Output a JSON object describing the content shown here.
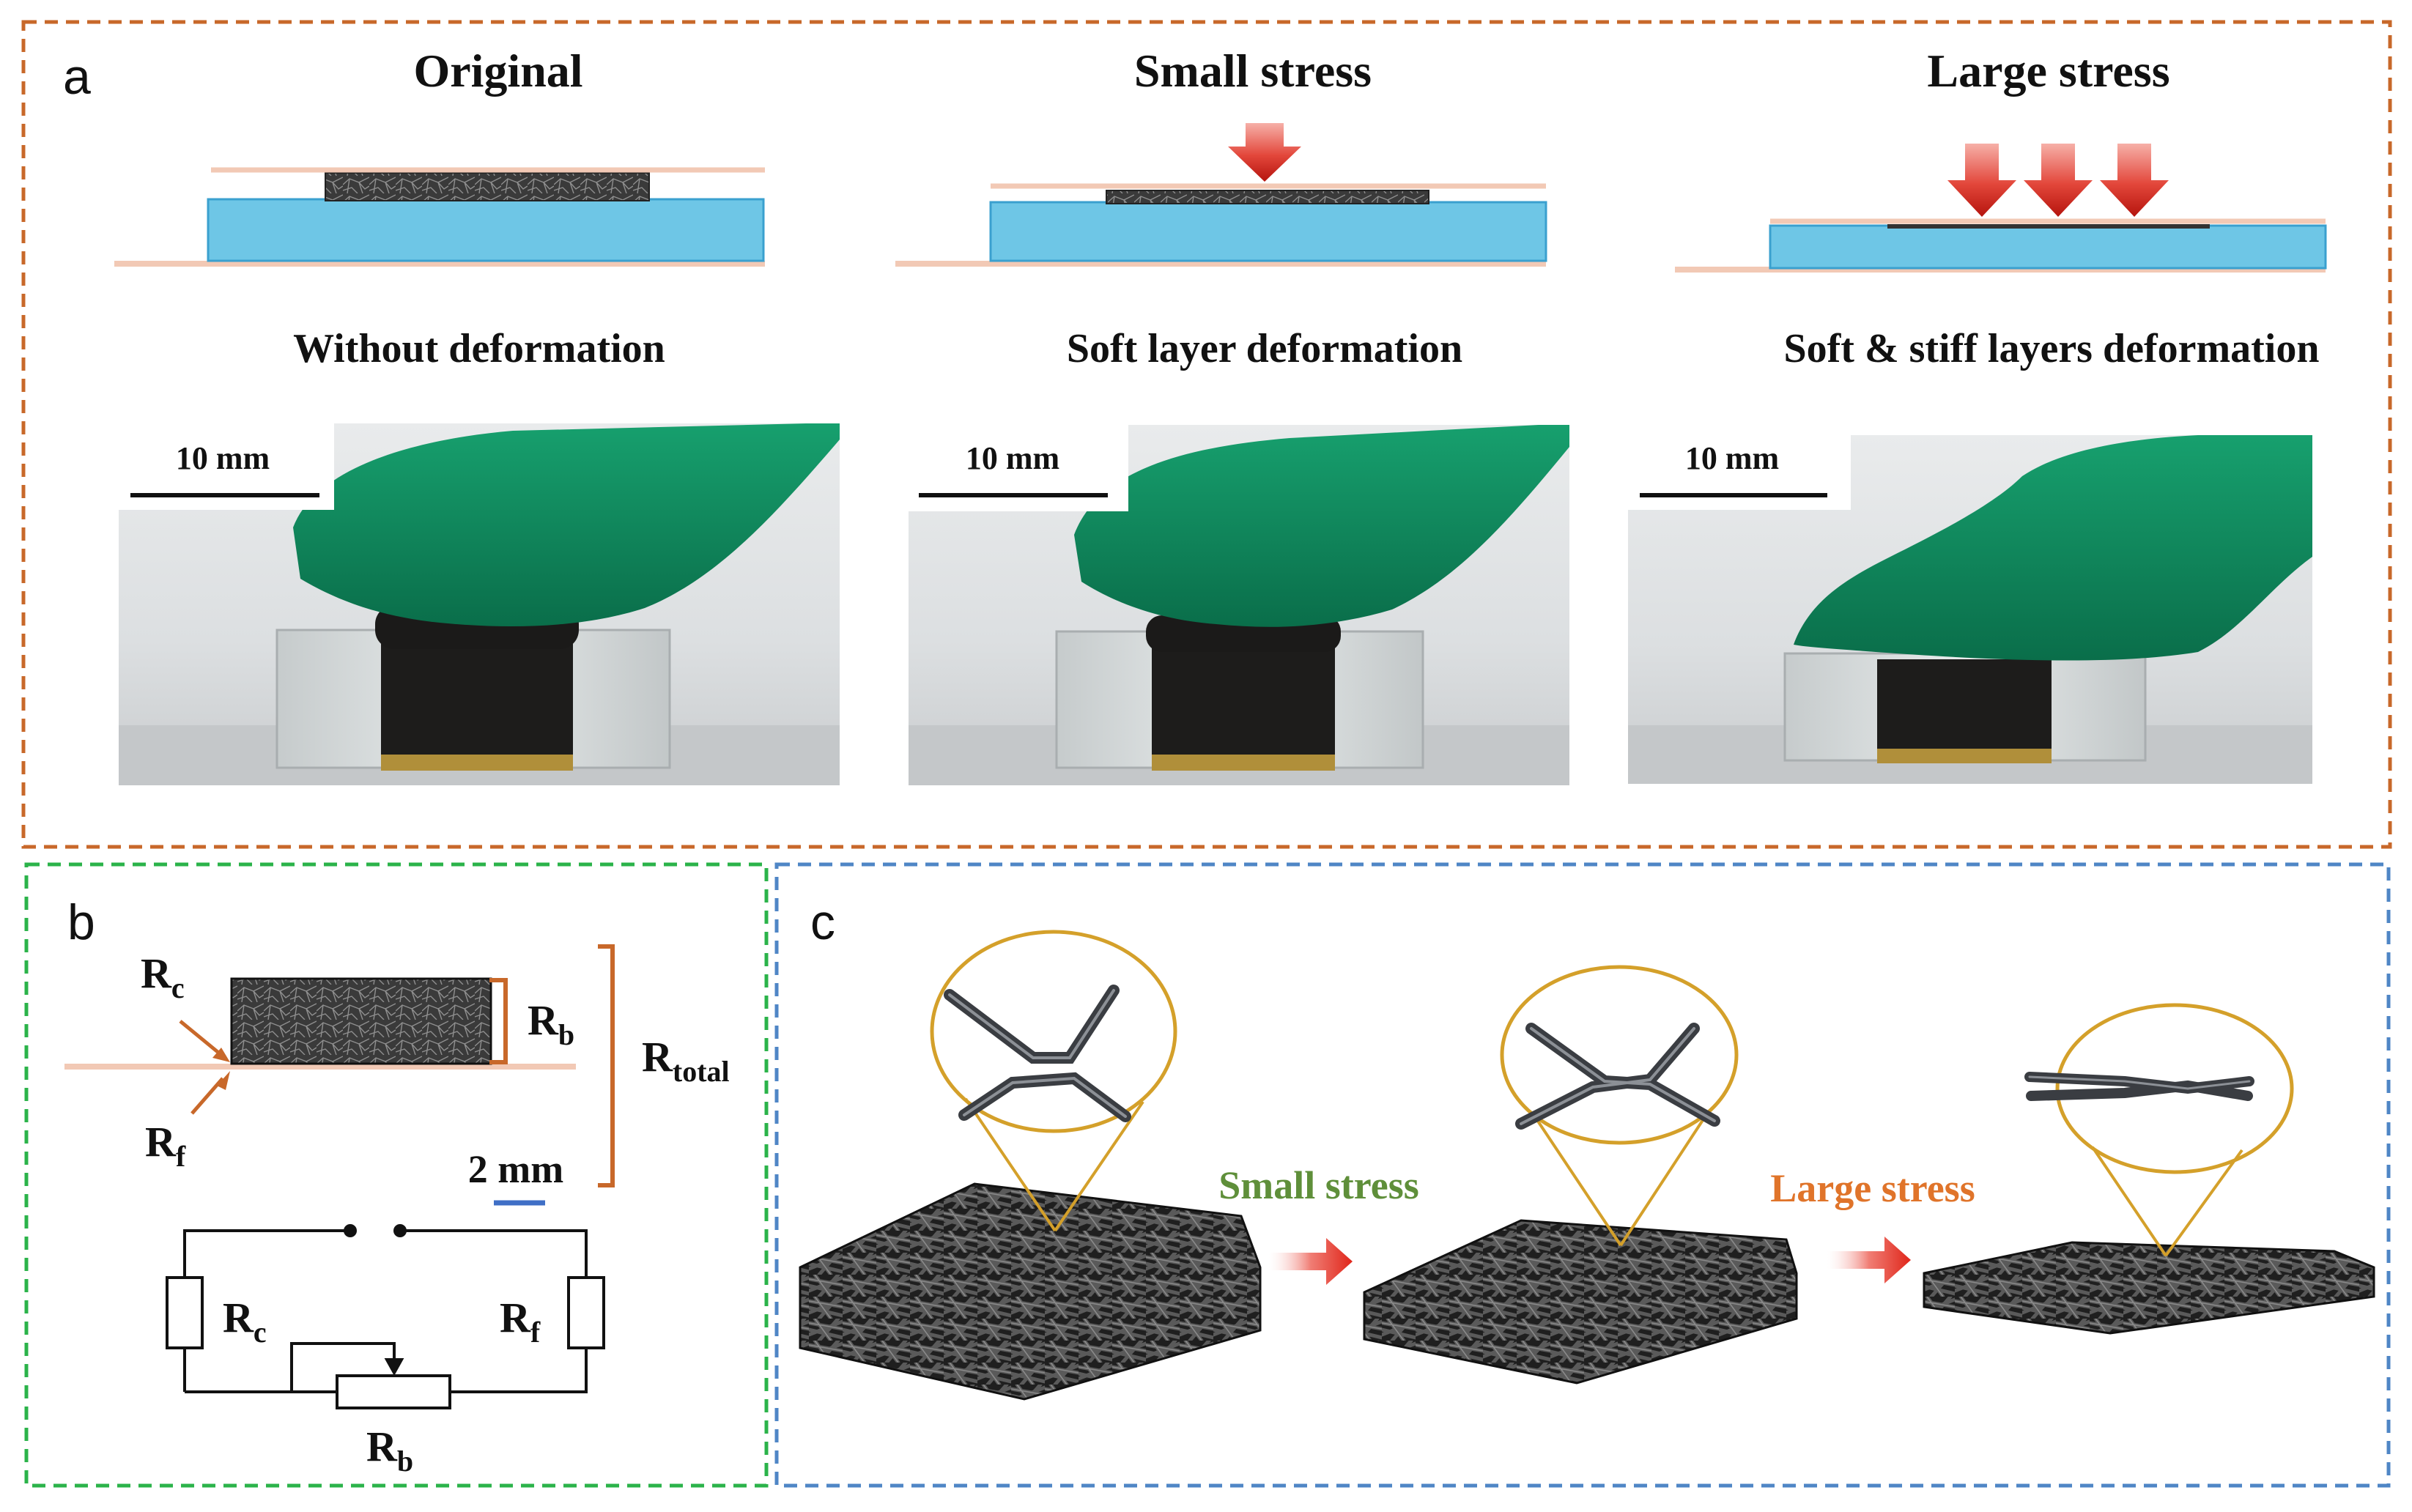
{
  "panel_a": {
    "letter": "a",
    "columns": [
      {
        "title": "Original",
        "caption": "Without deformation",
        "scale_bar": "10 mm"
      },
      {
        "title": "Small stress",
        "caption": "Soft layer deformation",
        "scale_bar": "10 mm"
      },
      {
        "title": "Large stress",
        "caption": "Soft & stiff layers deformation",
        "scale_bar": "10 mm"
      }
    ]
  },
  "panel_b": {
    "letter": "b",
    "rc": {
      "main": "R",
      "sub": "c"
    },
    "rf": {
      "main": "R",
      "sub": "f"
    },
    "rb": {
      "main": "R",
      "sub": "b"
    },
    "rtotal": {
      "main": "R",
      "sub": "total"
    },
    "scale_bar": "2 mm"
  },
  "panel_c": {
    "letter": "c",
    "arrow1_label": "Small stress",
    "arrow2_label": "Large stress"
  },
  "colors": {
    "panel_a_border": "#c8682a",
    "panel_b_border": "#2bb34a",
    "panel_c_border": "#4f86c6",
    "stiff_layer": "#6ec6e6",
    "arrow_red": "#d9241c",
    "glove_green": "#0f8a5f",
    "small_stress_text": "#5f8f3a",
    "large_stress_text": "#e0742a",
    "lens_ring": "#d4a02a"
  }
}
